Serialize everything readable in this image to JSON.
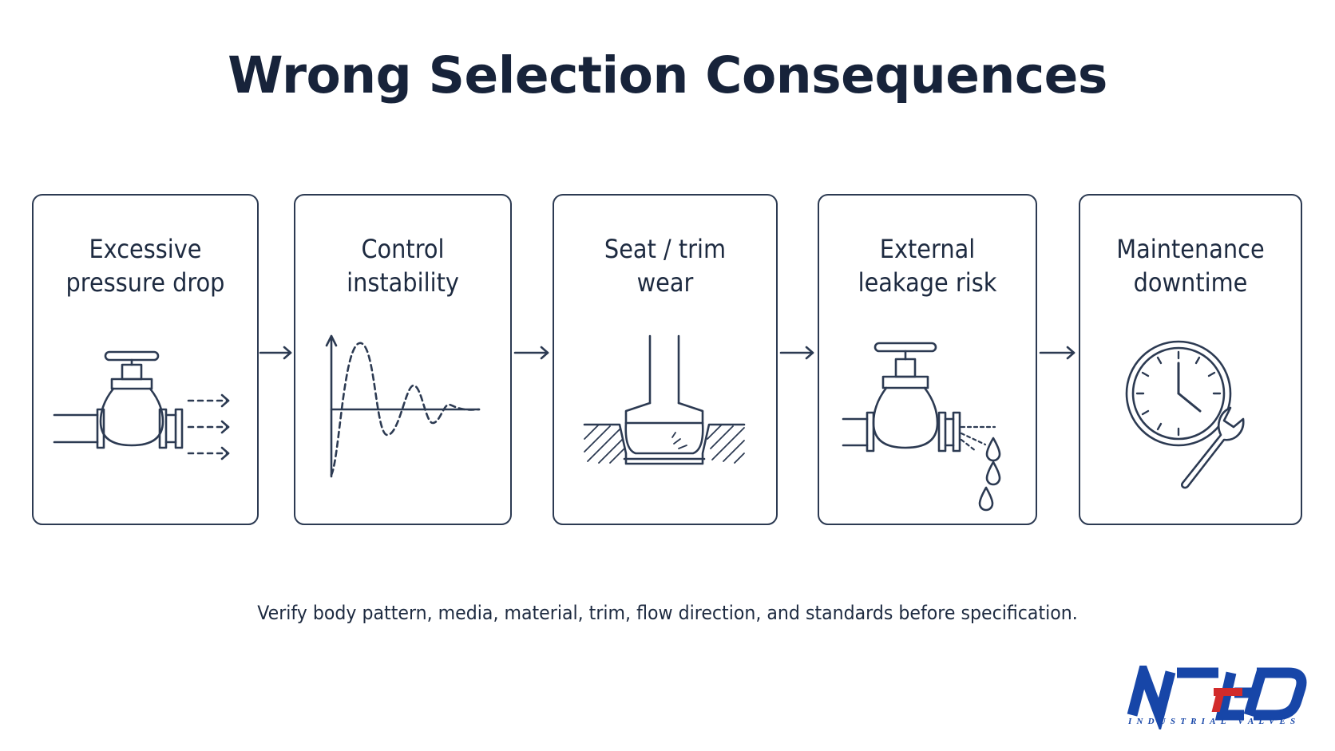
{
  "title": "Wrong Selection Consequences",
  "steps": [
    {
      "label": "Excessive\npressure drop",
      "icon": "valve-pressure-drop-icon"
    },
    {
      "label": "Control\ninstability",
      "icon": "oscillation-graph-icon"
    },
    {
      "label": "Seat / trim\nwear",
      "icon": "worn-seat-icon"
    },
    {
      "label": "External\nleakage risk",
      "icon": "leaking-valve-icon"
    },
    {
      "label": "Maintenance\ndowntime",
      "icon": "clock-wrench-icon"
    }
  ],
  "footnote": "Verify body pattern, media, material, trim, flow direction, and standards before specification.",
  "logo": {
    "name": "NTGD",
    "tagline": "INDUSTRIAL VALVES"
  },
  "colors": {
    "line": "#2c3a52",
    "title": "#17233a",
    "logo_blue": "#1746a8",
    "logo_red": "#d22b2b"
  }
}
